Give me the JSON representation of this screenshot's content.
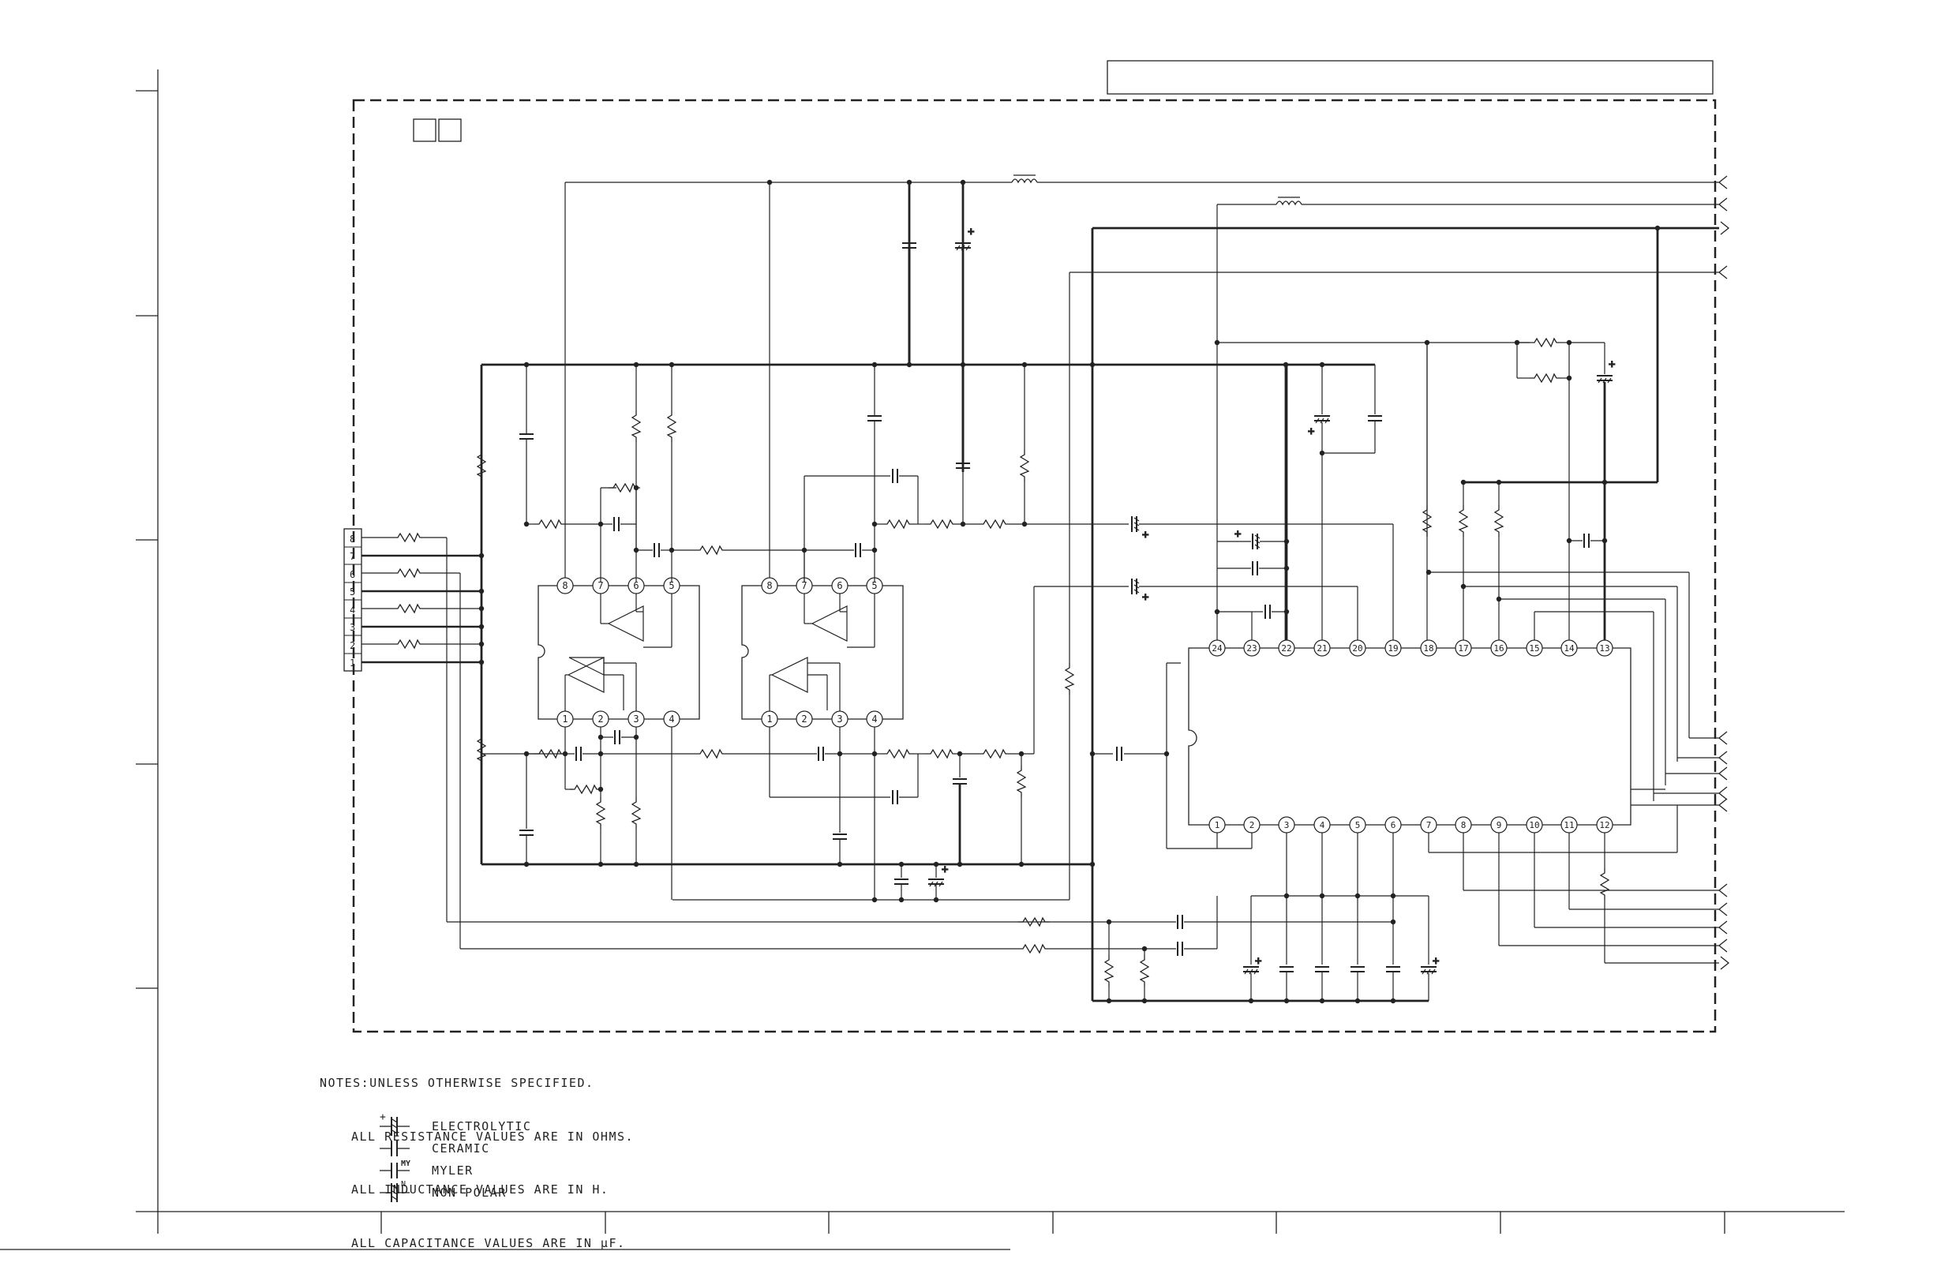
{
  "connector": {
    "pins": [
      "8",
      "7",
      "6",
      "5",
      "4",
      "3",
      "2",
      "1"
    ]
  },
  "opamp_ic_a": {
    "top_pins": [
      "8",
      "7",
      "6",
      "5"
    ],
    "bottom_pins": [
      "1",
      "2",
      "3",
      "4"
    ]
  },
  "opamp_ic_b": {
    "top_pins": [
      "8",
      "7",
      "6",
      "5"
    ],
    "bottom_pins": [
      "1",
      "2",
      "3",
      "4"
    ]
  },
  "main_ic": {
    "top_pins": [
      "24",
      "23",
      "22",
      "21",
      "20",
      "19",
      "18",
      "17",
      "16",
      "15",
      "14",
      "13"
    ],
    "bottom_pins": [
      "1",
      "2",
      "3",
      "4",
      "5",
      "6",
      "7",
      "8",
      "9",
      "10",
      "11",
      "12"
    ]
  },
  "notes": {
    "heading": "NOTES:UNLESS OTHERWISE SPECIFIED.",
    "line1": "ALL RESISTANCE VALUES ARE IN OHMS.",
    "line2": "ALL INDUCTANCE VALUES ARE IN H.",
    "line3": "ALL CAPACITANCE VALUES ARE IN μF."
  },
  "legend": [
    {
      "icon": "electrolytic-capacitor-symbol",
      "label": "ELECTROLYTIC"
    },
    {
      "icon": "ceramic-capacitor-symbol",
      "label": "CERAMIC"
    },
    {
      "icon": "mylar-capacitor-symbol",
      "label": "MYLER",
      "mark": "MY"
    },
    {
      "icon": "non-polar-capacitor-symbol",
      "label": "NON POLAR",
      "mark": "N"
    }
  ],
  "colors": {
    "ink": "#222222",
    "paper": "#ffffff"
  }
}
